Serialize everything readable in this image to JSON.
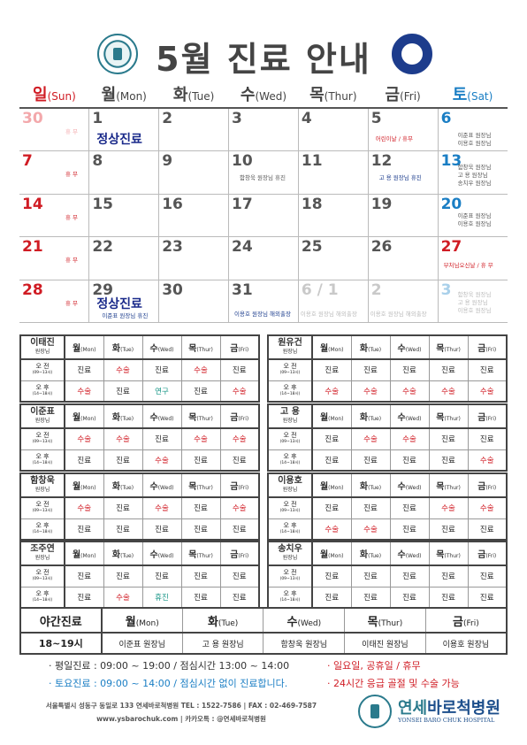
{
  "title": "5월 진료 안내",
  "weekdays": [
    {
      "ko": "일",
      "en": "(Sun)"
    },
    {
      "ko": "월",
      "en": "(Mon)"
    },
    {
      "ko": "화",
      "en": "(Tue)"
    },
    {
      "ko": "수",
      "en": "(Wed)"
    },
    {
      "ko": "목",
      "en": "(Thur)"
    },
    {
      "ko": "금",
      "en": "(Fri)"
    },
    {
      "ko": "토",
      "en": "(Sat)"
    }
  ],
  "calendar": {
    "w1": [
      "30",
      "1",
      "2",
      "3",
      "4",
      "5",
      "6"
    ],
    "w2": [
      "7",
      "8",
      "9",
      "10",
      "11",
      "12",
      "13"
    ],
    "w3": [
      "14",
      "15",
      "16",
      "17",
      "18",
      "19",
      "20"
    ],
    "w4": [
      "21",
      "22",
      "23",
      "24",
      "25",
      "26",
      "27"
    ],
    "w5": [
      "28",
      "29",
      "30",
      "31",
      "6 / 1",
      "2",
      "3"
    ],
    "notes": {
      "closed": "휴 무",
      "special": "정상진료",
      "children_day": "어린이날 / 휴무",
      "buddha": "부처님오신날 / 휴 무",
      "sat_6": [
        "이준표 원장님",
        "이용호 원장님"
      ],
      "sat_13": [
        "함창욱 원장님",
        "고   용 원장님",
        "송치우 원장님"
      ],
      "sat_20": [
        "이준표 원장님",
        "이용호 원장님"
      ],
      "sat_3": [
        "함창욱 원장님",
        "고   용 원장님",
        "이용호 원장님"
      ],
      "d10": "함창욱 원장님 휴진",
      "d12": "고   용 원장님 휴진",
      "d29": "이준표 원장님 휴진",
      "d31": "이용호 원장님 해외출장",
      "d1": "이용호 원장님 해외출장",
      "d2": "이용호 원장님 해외출장"
    }
  },
  "schedule_header": {
    "mon": "월",
    "mon_en": "(Mon)",
    "tue": "화",
    "tue_en": "(Tue)",
    "wed": "수",
    "wed_en": "(Wed)",
    "thu": "목",
    "thu_en": "(Thur)",
    "fri": "금",
    "fri_en": "(Fri)",
    "title": "원장님",
    "am": "오 전",
    "am_time": "(09~13시)",
    "pm": "오 후",
    "pm_time": "(14~18시)"
  },
  "doctors": [
    {
      "name": "이태진",
      "am": [
        "진료",
        "수술",
        "진료",
        "수술",
        "진료"
      ],
      "pm": [
        "수술",
        "진료",
        "연구",
        "진료",
        "수술"
      ]
    },
    {
      "name": "원유건",
      "am": [
        "진료",
        "진료",
        "진료",
        "진료",
        "진료"
      ],
      "pm": [
        "수술",
        "수술",
        "수술",
        "수술",
        "수술"
      ]
    },
    {
      "name": "이준표",
      "am": [
        "수술",
        "수술",
        "진료",
        "수술",
        "수술"
      ],
      "pm": [
        "진료",
        "진료",
        "수술",
        "진료",
        "진료"
      ]
    },
    {
      "name": "고   용",
      "am": [
        "진료",
        "수술",
        "수술",
        "진료",
        "진료"
      ],
      "pm": [
        "진료",
        "진료",
        "진료",
        "진료",
        "수술"
      ]
    },
    {
      "name": "함창욱",
      "am": [
        "수술",
        "진료",
        "수술",
        "진료",
        "수술"
      ],
      "pm": [
        "진료",
        "진료",
        "진료",
        "진료",
        "진료"
      ]
    },
    {
      "name": "이용호",
      "am": [
        "진료",
        "진료",
        "진료",
        "수술",
        "수술"
      ],
      "pm": [
        "수술",
        "수술",
        "진료",
        "진료",
        "진료"
      ]
    },
    {
      "name": "조주연",
      "am": [
        "진료",
        "진료",
        "진료",
        "진료",
        "진료"
      ],
      "pm": [
        "진료",
        "수술",
        "휴진",
        "진료",
        "진료"
      ]
    },
    {
      "name": "송치우",
      "am": [
        "진료",
        "진료",
        "진료",
        "진료",
        "진료"
      ],
      "pm": [
        "진료",
        "진료",
        "진료",
        "진료",
        "진료"
      ]
    }
  ],
  "night": {
    "title": "야간진료",
    "time": "18~19시",
    "doctors": [
      "이준표 원장님",
      "고   용 원장님",
      "함창욱 원장님",
      "이태진 원장님",
      "이용호 원장님"
    ]
  },
  "info": {
    "weekday": "· 평일진료 : 09:00 ~ 19:00 / 점심시간 13:00 ~ 14:00",
    "saturday": "· 토요진료 : 09:00 ~ 14:00 / 점심시간 없이 진료합니다.",
    "holiday": "· 일요일, 공휴일 / 휴무",
    "emergency": "· 24시간 응급 골절 및 수술 가능"
  },
  "footer": {
    "address": "서울특별시 성동구 동일로 133 연세바로척병원   TEL : 1522-7586  |  FAX : 02-469-7587",
    "web": "www.ysbarochuk.com  |  카카오톡 : @연세바로척병원",
    "hospital_a": "연세",
    "hospital_b": "바로척병원",
    "hospital_en": "YONSEI BARO CHUK HOSPITAL"
  },
  "colors": {
    "red": "#d01c24",
    "blue": "#1a7ec4",
    "navy": "#1a2a8a",
    "teal": "#149485"
  }
}
